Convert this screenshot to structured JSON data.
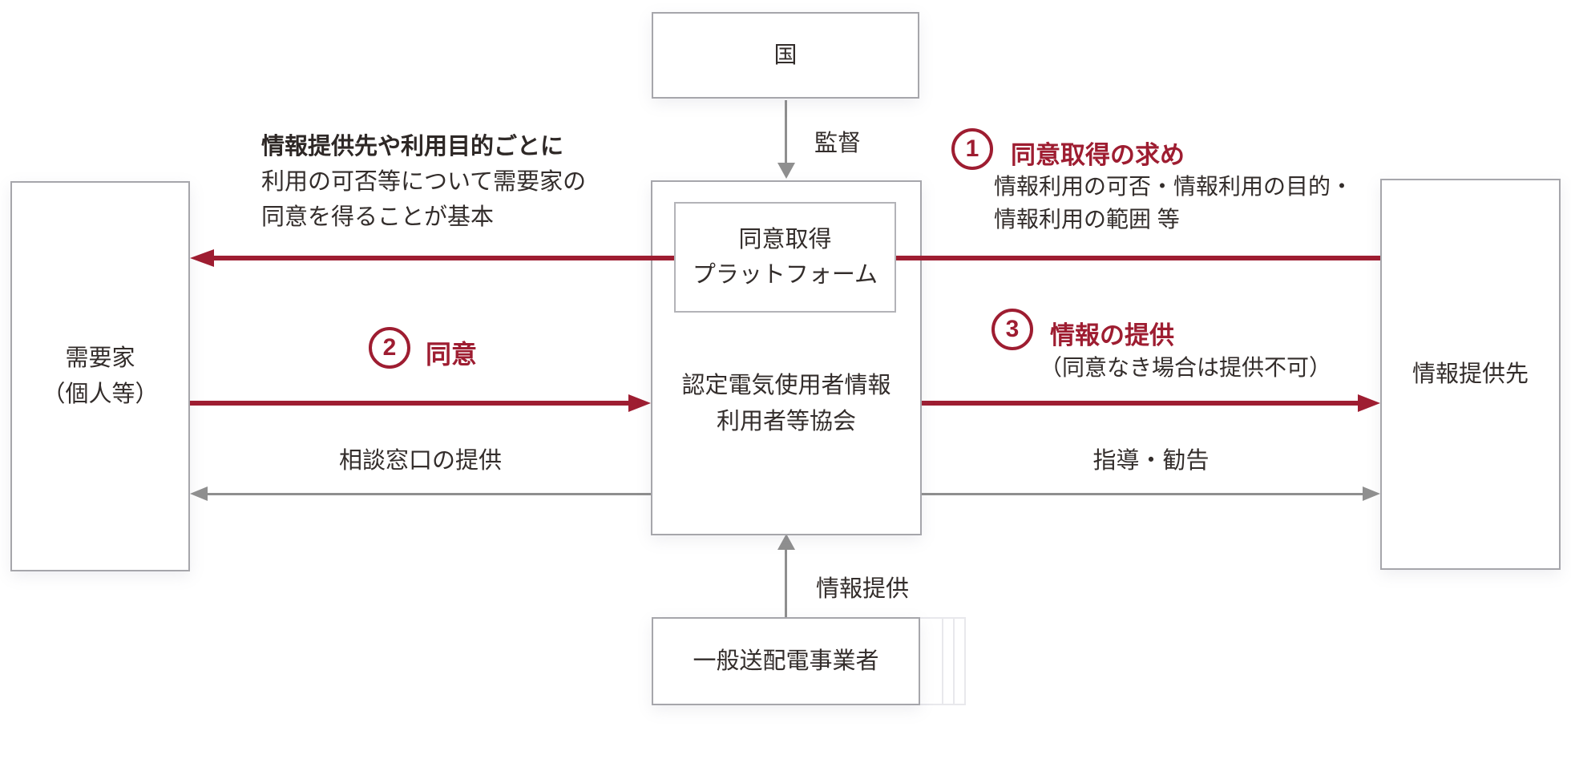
{
  "diagram": {
    "boxes": {
      "government": {
        "label": "国"
      },
      "platform": {
        "line1": "同意取得",
        "line2": "プラットフォーム"
      },
      "association": {
        "line1": "認定電気使用者情報",
        "line2": "利用者等協会"
      },
      "consumer": {
        "line1": "需要家",
        "line2": "（個人等）"
      },
      "recipient": {
        "label": "情報提供先"
      },
      "utility": {
        "label": "一般送配電事業者"
      }
    },
    "labels": {
      "supervision": "監督",
      "info_provision": "情報提供",
      "consultation": "相談窓口の提供",
      "guidance": "指導・勧告"
    },
    "notes": {
      "consent_principle": {
        "line1": "情報提供先や利用目的ごとに",
        "line2": "利用の可否等について需要家の",
        "line3": "同意を得ることが基本"
      },
      "step1": {
        "number": "1",
        "title": "同意取得の求め",
        "detail_line1": "情報利用の可否・情報利用の目的・",
        "detail_line2": "情報利用の範囲 等"
      },
      "step2": {
        "number": "2",
        "title": "同意"
      },
      "step3": {
        "number": "3",
        "title": "情報の提供",
        "detail": "（同意なき場合は提供不可）"
      }
    },
    "colors": {
      "accent_red": "#9e1d31",
      "arrow_gray": "#8f8f8f",
      "box_border": "#a6a6ab",
      "text": "#332d2b"
    }
  }
}
